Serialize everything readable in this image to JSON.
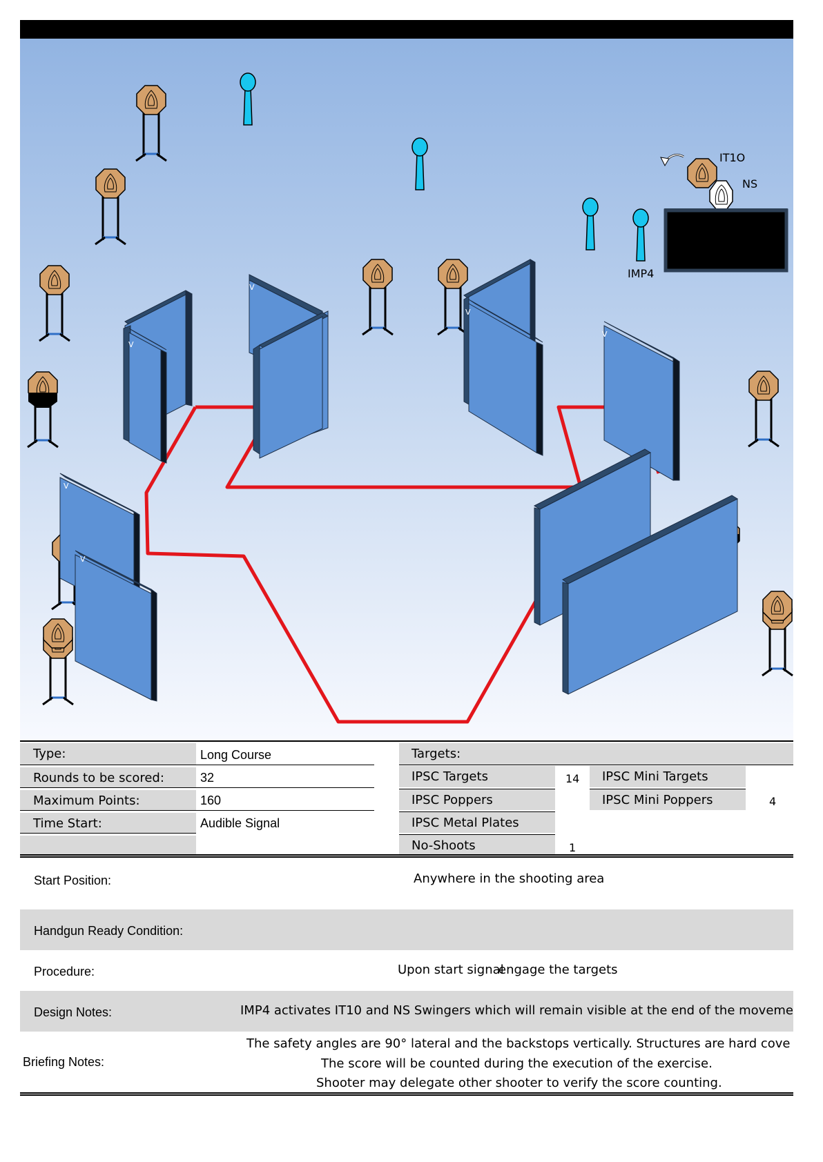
{
  "diagram": {
    "labels": {
      "it10": "IT1O",
      "ns": "NS",
      "imp4": "IMP4",
      "v": "V"
    }
  },
  "info": {
    "type_label": "Type:",
    "type_value": "Long Course",
    "rounds_label": "Rounds to be scored:",
    "rounds_value": "32",
    "max_points_label": "Maximum Points:",
    "max_points_value": "160",
    "time_start_label": "Time Start:",
    "time_start_value": "Audible Signal",
    "targets_label": "Targets:",
    "ipsc_targets_label": "IPSC Targets",
    "ipsc_targets_value": "14",
    "ipsc_poppers_label": "IPSC Poppers",
    "ipsc_metal_plates_label": "IPSC Metal Plates",
    "no_shoots_label": "No-Shoots",
    "no_shoots_value": "1",
    "ipsc_mini_targets_label": "IPSC Mini Targets",
    "ipsc_mini_poppers_label": "IPSC Mini Poppers",
    "ipsc_mini_poppers_value": "4"
  },
  "details": {
    "start_position_label": "Start Position:",
    "start_position_value": "Anywhere in the shooting area",
    "ready_condition_label": "Handgun Ready Condition:",
    "ready_condition_value": "",
    "procedure_label": "Procedure:",
    "procedure_value_a": "Upon start signal",
    "procedure_value_b": "engage the targets",
    "design_notes_label": "Design Notes:",
    "design_notes_value": "IMP4 activates IT10 and NS Swingers which will remain visible at the end of the moveme",
    "briefing_label": "Briefing Notes:",
    "briefing_line1": "The safety angles are 90° lateral and the backstops vertically. Structures are hard cove",
    "briefing_line2": "The score will be counted during the execution of the exercise.",
    "briefing_line3": "Shooter may delegate other shooter to verify the score counting."
  },
  "colors": {
    "sky_top": "#94b6e3",
    "sky_bottom": "#f5f8fd",
    "wall": "#5d92d6",
    "fault_line": "#e3161c",
    "target": "#d4a06a",
    "popper": "#19c6ef"
  }
}
